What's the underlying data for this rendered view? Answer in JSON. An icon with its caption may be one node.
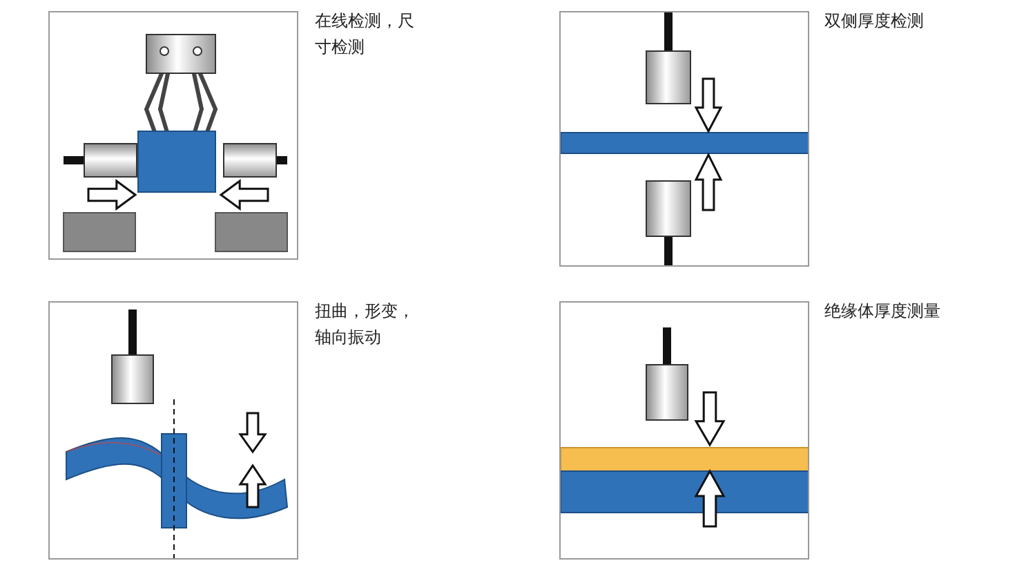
{
  "diagram": {
    "nodes": [
      {
        "text": [],
        "shape": "picture",
        "beside": [
          "在线检测，尺寸检测"
        ]
      },
      {
        "text": [],
        "shape": "picture",
        "beside": [
          "双侧厚度检测"
        ]
      },
      {
        "text": [],
        "shape": "picture",
        "beside": [
          "扭曲，形变，轴向振动"
        ]
      },
      {
        "text": [],
        "shape": "picture",
        "beside": [
          "绝缘体厚度测量"
        ]
      }
    ]
  }
}
